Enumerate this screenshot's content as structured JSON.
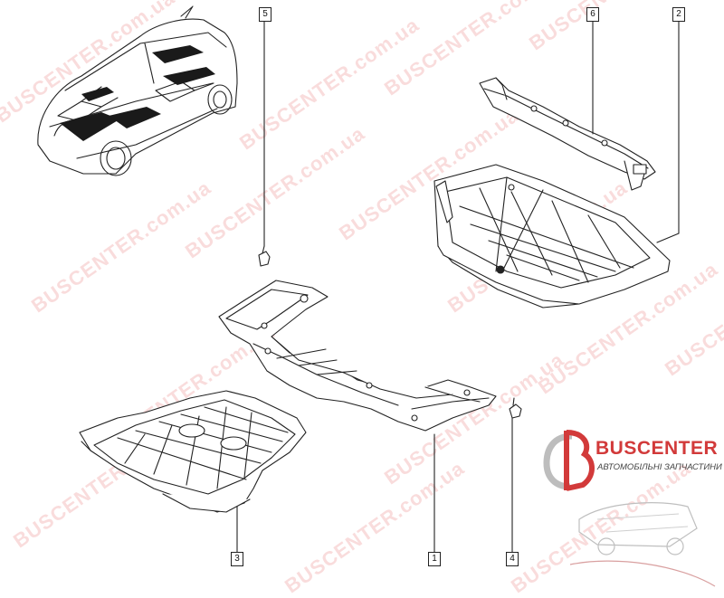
{
  "callouts": {
    "c1": "1",
    "c2": "2",
    "c3": "3",
    "c4": "4",
    "c5": "5",
    "c6": "6"
  },
  "watermark": {
    "text": "BUSCENTER",
    "suffix": ".com.ua"
  },
  "logo": {
    "name": "BUSCENTER",
    "subtitle": "АВТОМОБІЛЬНІ ЗАПЧАСТИНИ"
  },
  "colors": {
    "line": "#222222",
    "watermark": "#eb8c8c",
    "brand_red": "#d23a3a"
  }
}
